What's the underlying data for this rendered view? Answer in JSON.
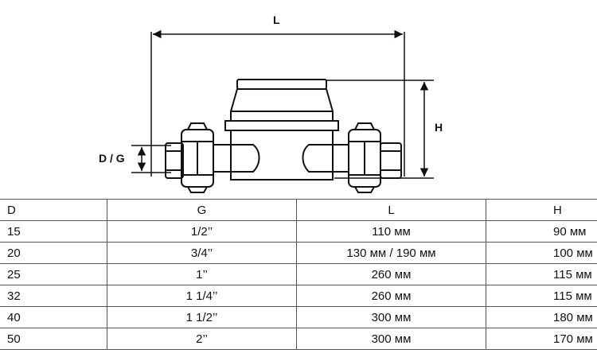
{
  "drawing": {
    "label_length": "L",
    "label_height": "H",
    "label_diameter": "D / G"
  },
  "table": {
    "headers": [
      "D",
      "G",
      "L",
      "H"
    ],
    "rows": [
      [
        "15",
        "1/2’’",
        "110 мм",
        "90 мм"
      ],
      [
        "20",
        "3/4’’",
        "130 мм / 190 мм",
        "100 мм"
      ],
      [
        "25",
        "1’’",
        "260 мм",
        "115 мм"
      ],
      [
        "32",
        "1 1/4’’",
        "260 мм",
        "115 мм"
      ],
      [
        "40",
        "1 1/2’’",
        "300 мм",
        "180 мм"
      ],
      [
        "50",
        "2’’",
        "300 мм",
        "170 мм"
      ]
    ]
  }
}
